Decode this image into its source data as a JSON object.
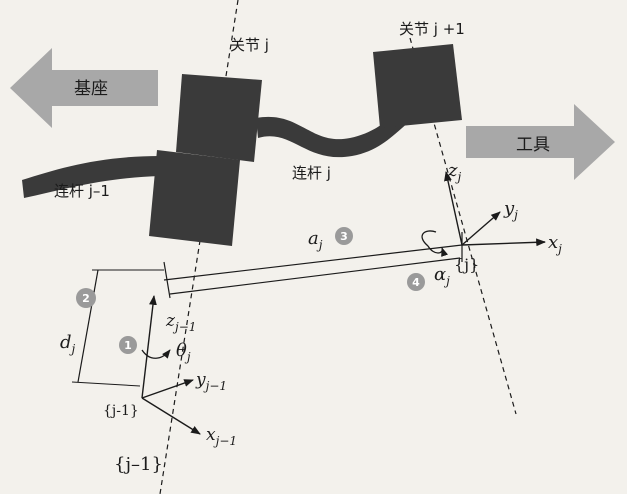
{
  "labels": {
    "joint_j": "关节 j",
    "joint_j1": "关节 j +1",
    "base": "基座",
    "tool": "工具",
    "link_j1": "连杆 j–1",
    "link_j": "连杆 j",
    "a_j": "aj",
    "alpha_j": "αj",
    "d_j": "dj",
    "theta_j": "θj",
    "frame_j": "{j}",
    "frame_jm1_small": "{j-1}",
    "frame_jm1": "{j–1}",
    "x_j": "xj",
    "y_j": "yj",
    "z_j": "zj",
    "x_jm1": "xj−1",
    "y_jm1": "yj−1",
    "z_jm1": "zj−1"
  },
  "markers": [
    "1",
    "2",
    "3",
    "4"
  ],
  "colors": {
    "link_block": "#3a3a3a",
    "arrow_fill": "#a8a8a8",
    "marker": "#9a9a9a",
    "line": "#1b1b1b"
  }
}
